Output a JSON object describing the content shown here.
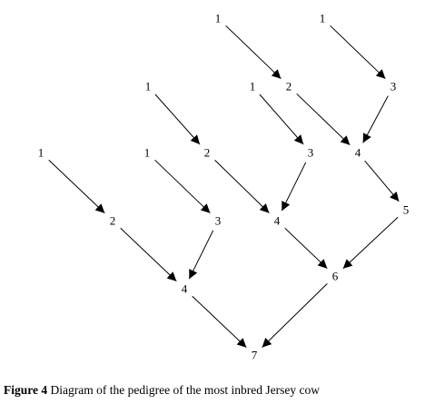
{
  "diagram": {
    "nodes": [
      {
        "id": "a1",
        "label": "1"
      },
      {
        "id": "b1",
        "label": "1"
      },
      {
        "id": "c1",
        "label": "1"
      },
      {
        "id": "c2",
        "label": "1"
      },
      {
        "id": "c3",
        "label": "2"
      },
      {
        "id": "c4",
        "label": "3"
      },
      {
        "id": "d1",
        "label": "1"
      },
      {
        "id": "d2",
        "label": "1"
      },
      {
        "id": "d3",
        "label": "2"
      },
      {
        "id": "d4",
        "label": "3"
      },
      {
        "id": "d5",
        "label": "4"
      },
      {
        "id": "e1",
        "label": "2"
      },
      {
        "id": "e2",
        "label": "3"
      },
      {
        "id": "e3",
        "label": "4"
      },
      {
        "id": "e4",
        "label": "5"
      },
      {
        "id": "f1",
        "label": "4"
      },
      {
        "id": "f2",
        "label": "6"
      },
      {
        "id": "g1",
        "label": "7"
      }
    ],
    "edges": [
      [
        "a1",
        "c3"
      ],
      [
        "b1",
        "c4"
      ],
      [
        "c1",
        "d3"
      ],
      [
        "c2",
        "d4"
      ],
      [
        "c3",
        "d5"
      ],
      [
        "c4",
        "d5"
      ],
      [
        "d1",
        "e1"
      ],
      [
        "d2",
        "e2"
      ],
      [
        "d3",
        "e3"
      ],
      [
        "d4",
        "e3"
      ],
      [
        "d5",
        "e4"
      ],
      [
        "e1",
        "f1"
      ],
      [
        "e2",
        "f1"
      ],
      [
        "e3",
        "f2"
      ],
      [
        "e4",
        "f2"
      ],
      [
        "f1",
        "g1"
      ],
      [
        "f2",
        "g1"
      ]
    ]
  },
  "caption": {
    "bold": "Figure 4",
    "text": " Diagram of the pedigree of the most inbred Jersey cow"
  }
}
